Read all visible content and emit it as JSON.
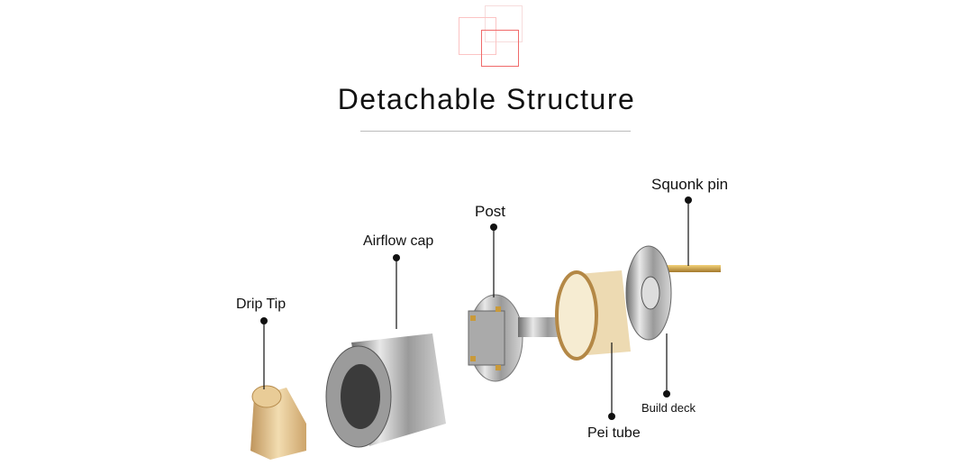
{
  "title": "Detachable Structure",
  "labels": {
    "drip_tip": "Drip Tip",
    "airflow_cap": "Airflow cap",
    "post": "Post",
    "squonk_pin": "Squonk pin",
    "pei_tube": "Pei tube",
    "build_deck": "Build deck"
  },
  "colors": {
    "logo_red": "#f06a6a",
    "logo_pink": "#fbc6c6",
    "logo_faint": "#f9dede"
  }
}
